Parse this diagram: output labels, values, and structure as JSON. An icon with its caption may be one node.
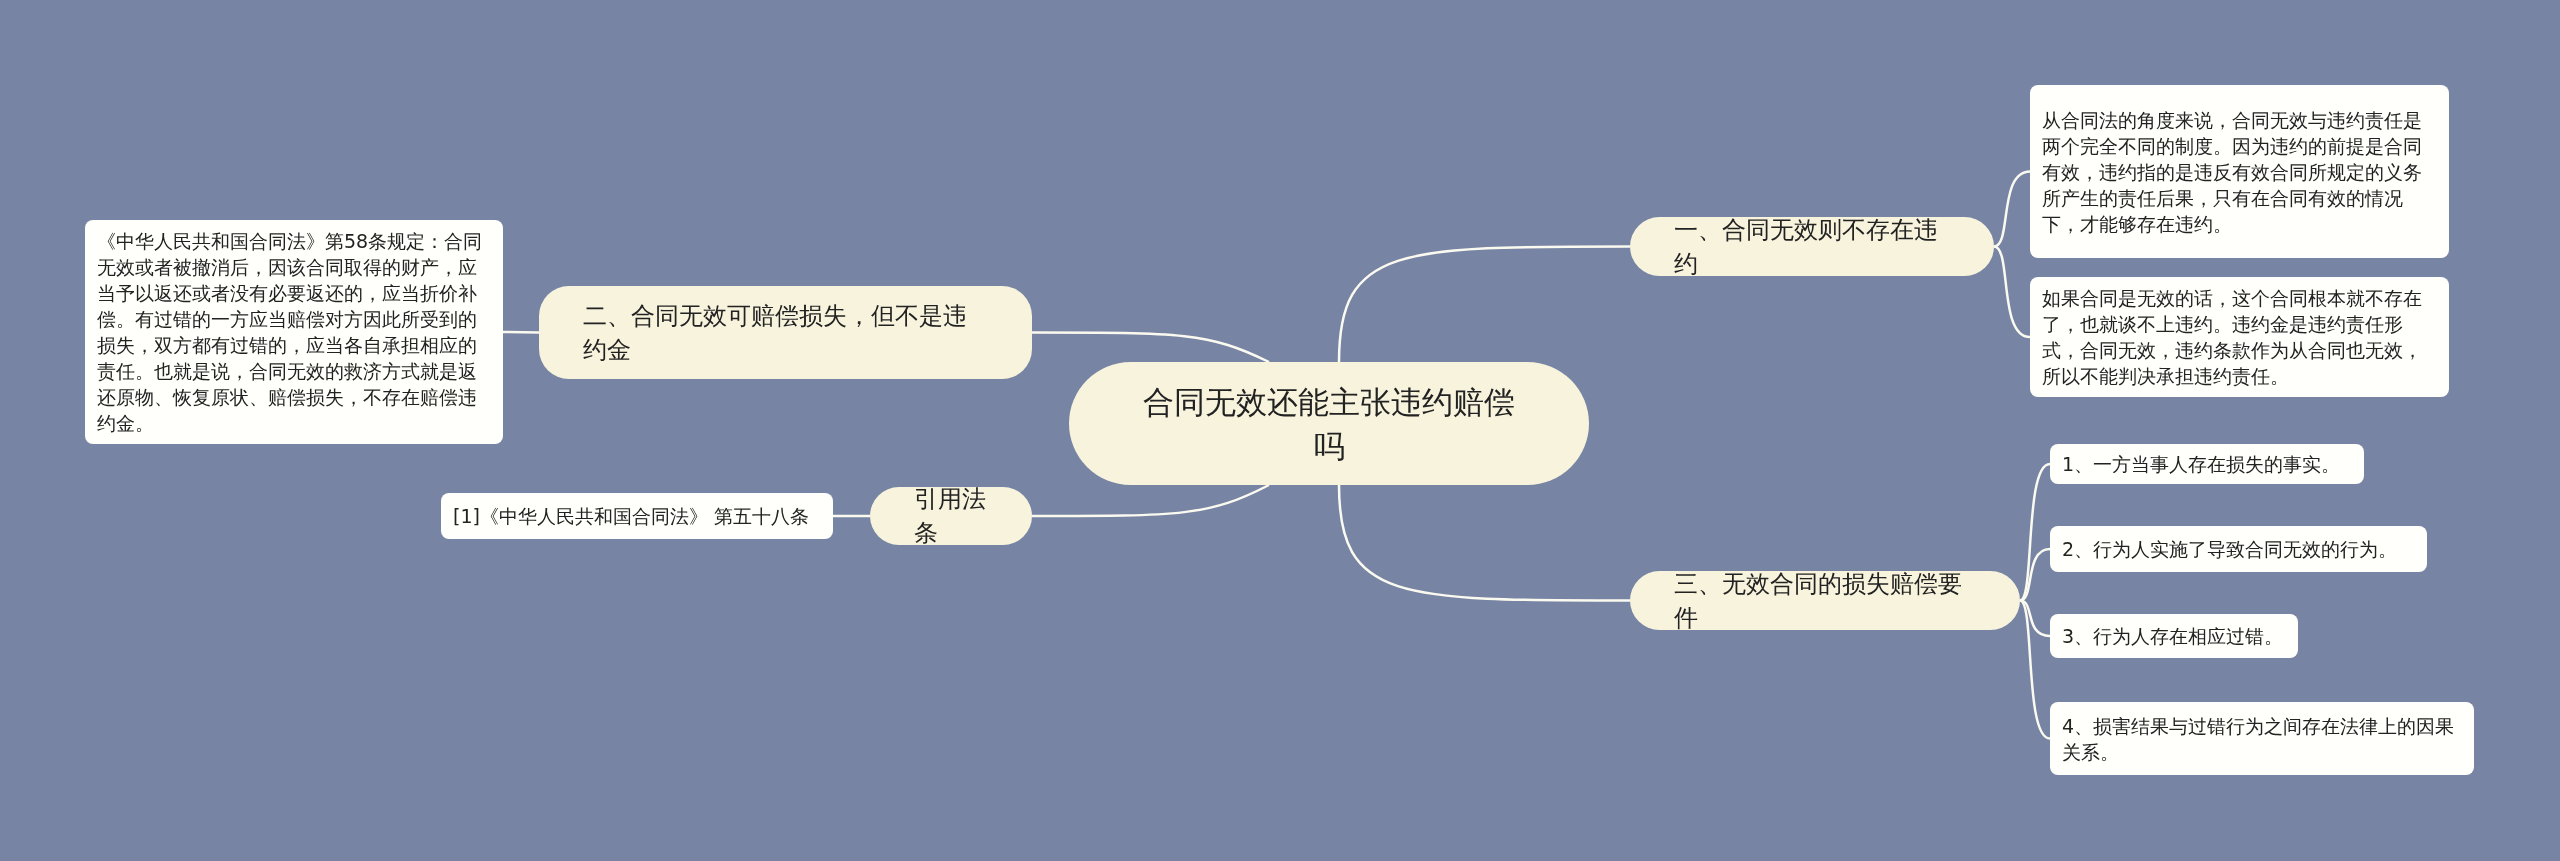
{
  "diagram": {
    "nodes": [
      {
        "text": [
          "合同无效还能主张违约赔偿吗"
        ]
      },
      {
        "text": [
          "一、合同无效则不存在违约"
        ]
      },
      {
        "text": [
          "从合同法的角度来说，合同无效与违约责任是两个完全不同的制度。因为违约的前提是合同有效，违约指的是违反有效合同所规定的义务所产生的责任后果，只有在合同有效的情况下，才能够存在违约。"
        ]
      },
      {
        "text": [
          "如果合同是无效的话，这个合同根本就不存在了，也就谈不上违约。违约金是违约责任形式，合同无效，违约条款作为从合同也无效，所以不能判决承担违约责任。"
        ]
      },
      {
        "text": [
          "二、合同无效可赔偿损失，但不是违约金"
        ]
      },
      {
        "text": [
          "《中华人民共和国合同法》第58条规定：合同无效或者被撤消后，因该合同取得的财产，应当予以返还或者没有必要返还的，应当折价补偿。有过错的一方应当赔偿对方因此所受到的损失，双方都有过错的，应当各自承担相应的责任。也就是说，合同无效的救济方式就是返还原物、恢复原状、赔偿损失，不存在赔偿违约金。"
        ]
      },
      {
        "text": [
          "引用法条"
        ]
      },
      {
        "text": [
          "[1]《中华人民共和国合同法》 第五十八条"
        ]
      },
      {
        "text": [
          "三、无效合同的损失赔偿要件"
        ]
      },
      {
        "text": [
          "1、一方当事人存在损失的事实。"
        ]
      },
      {
        "text": [
          "2、行为人实施了导致合同无效的行为。"
        ]
      },
      {
        "text": [
          "3、行为人存在相应过错。"
        ]
      },
      {
        "text": [
          "4、损害结果与过错行为之间存在法律上的因果关系。"
        ]
      }
    ],
    "edges": [
      {
        "from": 0,
        "to": 1,
        "arrow": "none"
      },
      {
        "from": 1,
        "to": 2,
        "arrow": "none"
      },
      {
        "from": 1,
        "to": 3,
        "arrow": "none"
      },
      {
        "from": 0,
        "to": 4,
        "arrow": "none"
      },
      {
        "from": 4,
        "to": 5,
        "arrow": "none"
      },
      {
        "from": 0,
        "to": 6,
        "arrow": "none"
      },
      {
        "from": 6,
        "to": 7,
        "arrow": "none"
      },
      {
        "from": 0,
        "to": 8,
        "arrow": "none"
      },
      {
        "from": 8,
        "to": 9,
        "arrow": "none"
      },
      {
        "from": 8,
        "to": 10,
        "arrow": "none"
      },
      {
        "from": 8,
        "to": 11,
        "arrow": "none"
      },
      {
        "from": 8,
        "to": 12,
        "arrow": "none"
      }
    ]
  }
}
